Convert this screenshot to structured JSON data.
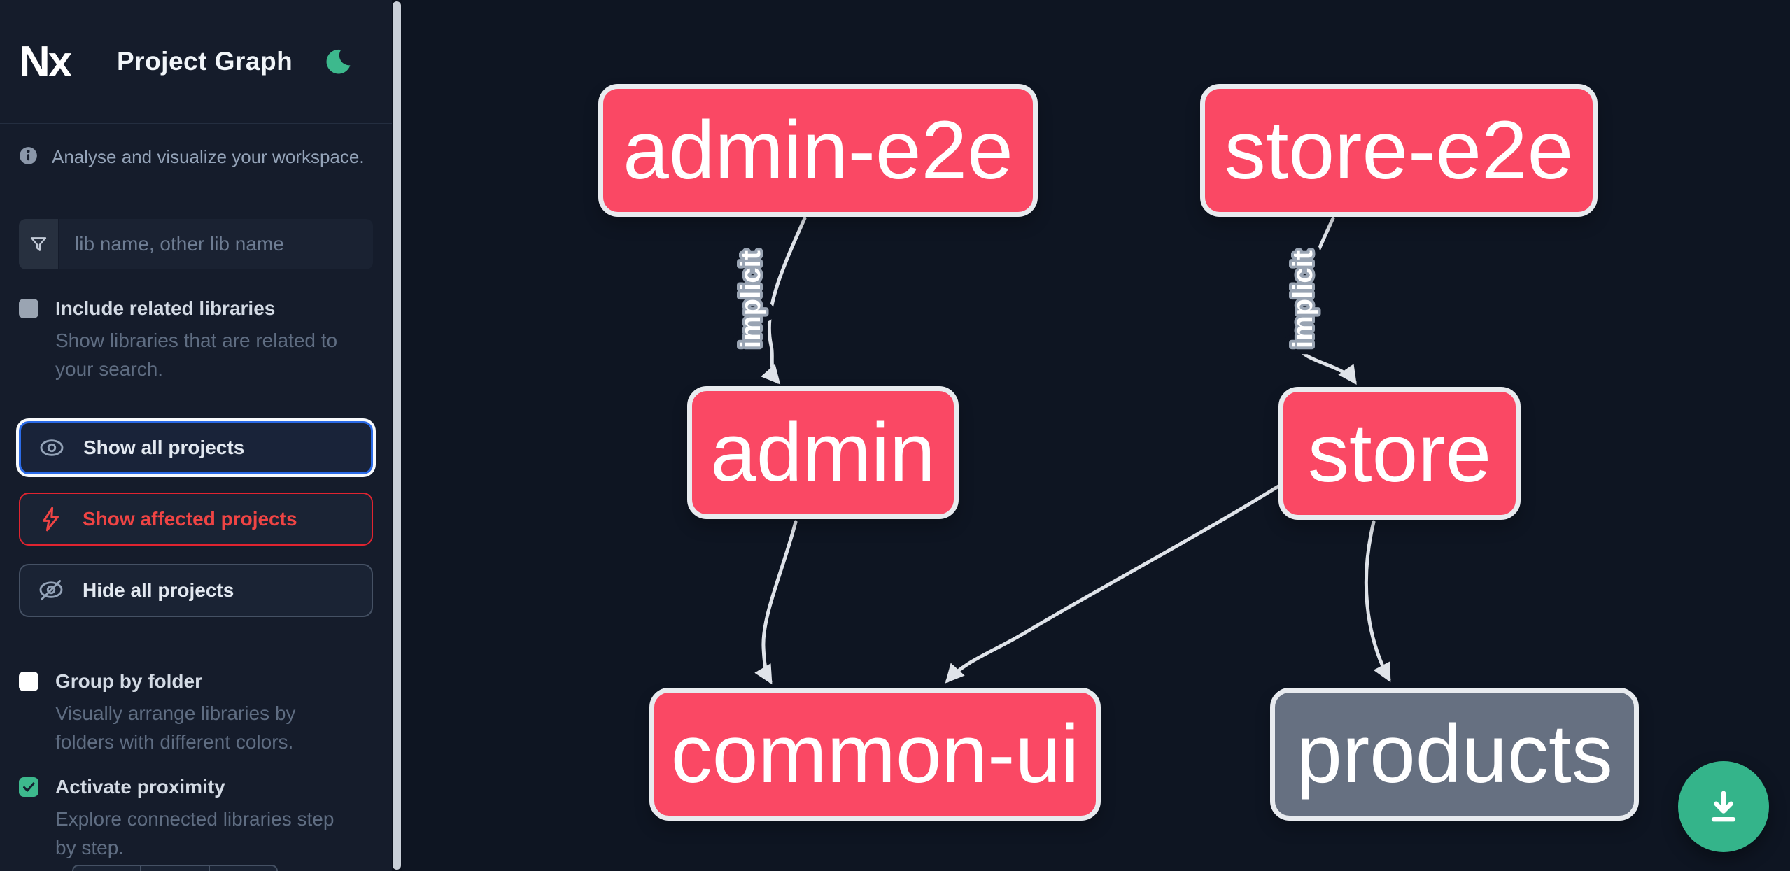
{
  "header": {
    "brand": "Nx",
    "title": "Project Graph"
  },
  "sidebar": {
    "tagline": "Analyse and visualize your workspace.",
    "search": {
      "placeholder": "lib name, other lib name",
      "value": ""
    },
    "toggles": [
      {
        "label": "Include related libraries",
        "desc_line1": "Show libraries that are related to",
        "desc_line2": "your search.",
        "checked": false
      },
      {
        "label": "Group by folder",
        "desc_line1": "Visually arrange libraries by",
        "desc_line2": "folders with different colors.",
        "checked": false
      },
      {
        "label": "Activate proximity",
        "desc_line1": "Explore connected libraries step",
        "desc_line2": "by step.",
        "checked": true
      }
    ],
    "buttons": [
      {
        "label": "Show all projects"
      },
      {
        "label": "Show affected projects"
      },
      {
        "label": "Hide all projects"
      }
    ]
  },
  "graph": {
    "nodes": [
      {
        "id": "admin-e2e",
        "label": "admin-e2e",
        "type": "app"
      },
      {
        "id": "store-e2e",
        "label": "store-e2e",
        "type": "app"
      },
      {
        "id": "admin",
        "label": "admin",
        "type": "app"
      },
      {
        "id": "store",
        "label": "store",
        "type": "app"
      },
      {
        "id": "common-ui",
        "label": "common-ui",
        "type": "lib"
      },
      {
        "id": "products",
        "label": "products",
        "type": "lib-unfocused"
      }
    ],
    "edges": [
      {
        "from": "admin-e2e",
        "to": "admin",
        "label": "implicit"
      },
      {
        "from": "store-e2e",
        "to": "store",
        "label": "implicit"
      },
      {
        "from": "admin",
        "to": "common-ui",
        "label": ""
      },
      {
        "from": "store",
        "to": "common-ui",
        "label": ""
      },
      {
        "from": "store",
        "to": "products",
        "label": ""
      }
    ],
    "colors": {
      "project_node": "#fa4864",
      "unfocused_node": "#667081",
      "edge": "#dfe3e9",
      "accent_green": "#3db98d",
      "fab_green": "#34b48a",
      "focus_blue": "#2b6be8",
      "affected_red": "#ef4444"
    }
  }
}
